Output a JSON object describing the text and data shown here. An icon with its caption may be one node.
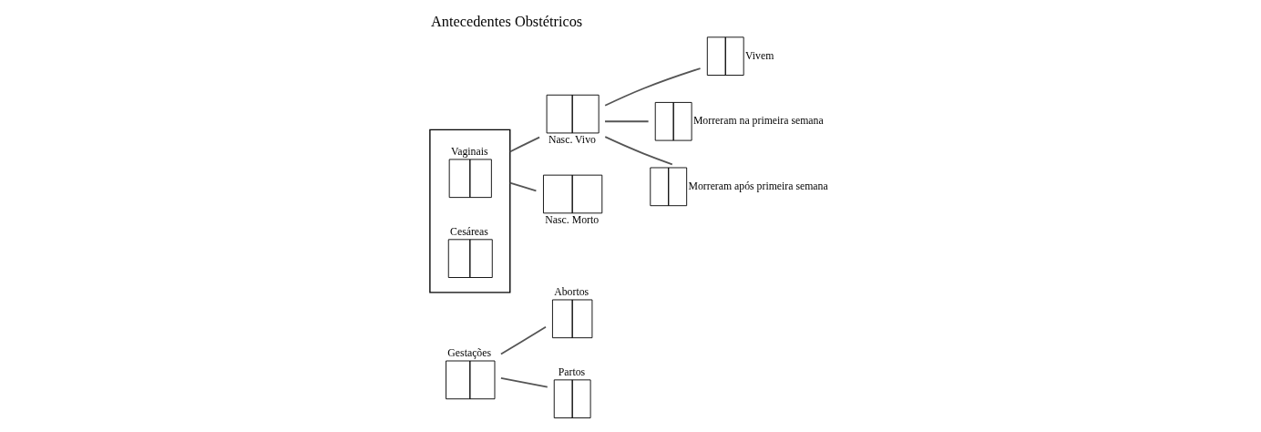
{
  "diagram": {
    "title": "Antecedentes Obstétricos",
    "nodes": [
      {
        "text": [
          "Gestações"
        ]
      },
      {
        "text": [
          "Abortos"
        ]
      },
      {
        "text": [
          "Partos"
        ]
      },
      {
        "text": [],
        "shape": "box"
      },
      {
        "text": [
          "Vaginais"
        ],
        "in": 3
      },
      {
        "text": [
          "Cesáreas"
        ],
        "in": 3
      },
      {
        "text": [
          "Nasc. Vivo"
        ]
      },
      {
        "text": [
          "Nasc. Morto"
        ]
      },
      {
        "text": [
          "Vivem"
        ]
      },
      {
        "text": [
          "Morreram na primeira semana"
        ]
      },
      {
        "text": [
          "Morreram após primeira semana"
        ]
      }
    ],
    "edges": [
      {
        "from": 0,
        "to": 1,
        "arrow": "none"
      },
      {
        "from": 0,
        "to": 2,
        "arrow": "none"
      },
      {
        "from": 3,
        "to": 6,
        "arrow": "none"
      },
      {
        "from": 3,
        "to": 7,
        "arrow": "none"
      },
      {
        "from": 6,
        "to": 8,
        "arrow": "none"
      },
      {
        "from": 6,
        "to": 9,
        "arrow": "none"
      },
      {
        "from": 6,
        "to": 10,
        "arrow": "none"
      }
    ]
  }
}
